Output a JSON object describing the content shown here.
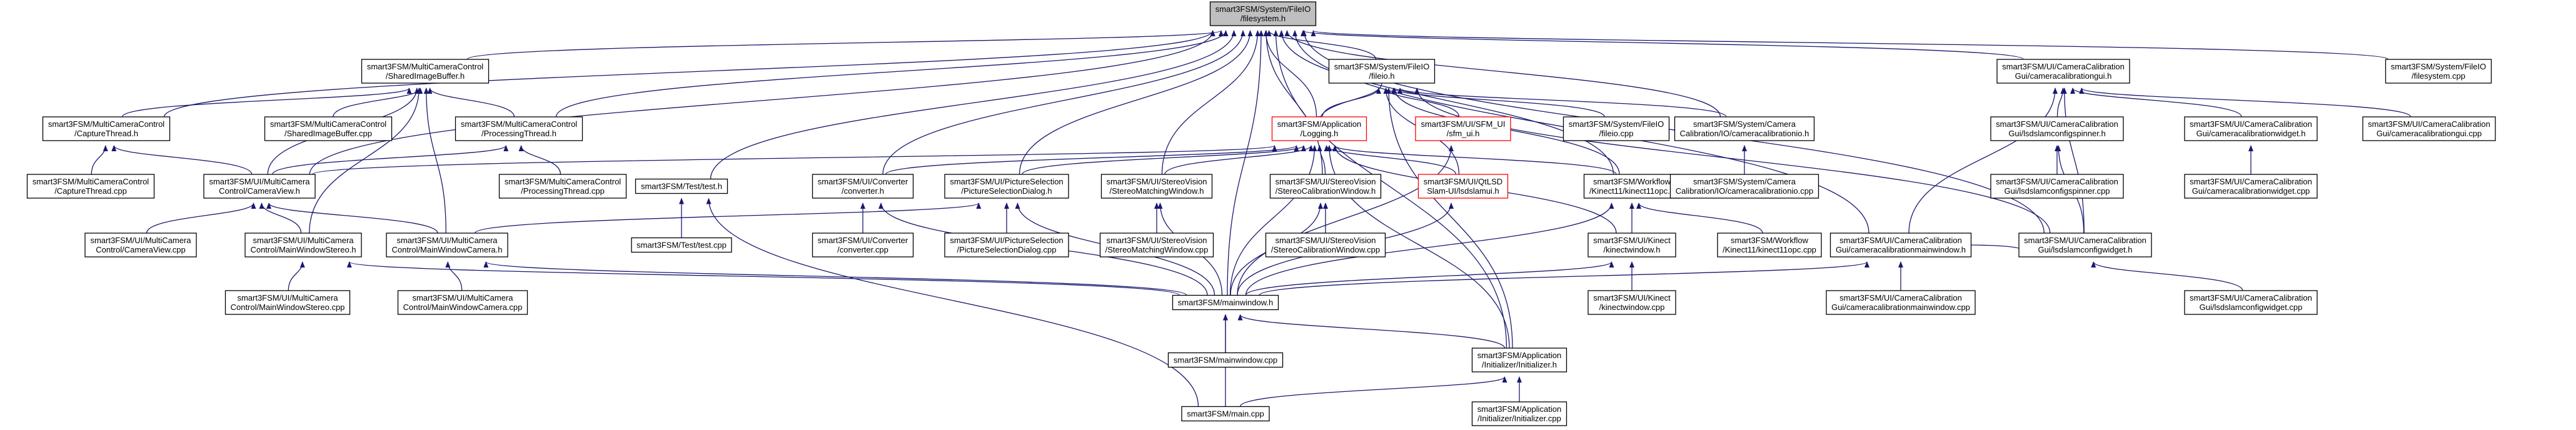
{
  "nodes": [
    {
      "id": "n0",
      "lines": [
        "smart3FSM/System/FileIO",
        "/filesystem.h"
      ],
      "root": true
    },
    {
      "id": "n1",
      "lines": [
        "smart3FSM/MultiCameraControl",
        "/SharedImageBuffer.h"
      ]
    },
    {
      "id": "n2",
      "lines": [
        "smart3FSM/System/FileIO",
        "/fileio.h"
      ]
    },
    {
      "id": "n3",
      "lines": [
        "smart3FSM/UI/CameraCalibration",
        "Gui/cameracalibrationgui.h"
      ]
    },
    {
      "id": "n4",
      "lines": [
        "smart3FSM/System/FileIO",
        "/filesystem.cpp"
      ]
    },
    {
      "id": "n5",
      "lines": [
        "smart3FSM/MultiCameraControl",
        "/CaptureThread.h"
      ]
    },
    {
      "id": "n6",
      "lines": [
        "smart3FSM/MultiCameraControl",
        "/SharedImageBuffer.cpp"
      ]
    },
    {
      "id": "n7",
      "lines": [
        "smart3FSM/MultiCameraControl",
        "/ProcessingThread.h"
      ]
    },
    {
      "id": "n8",
      "lines": [
        "smart3FSM/Application",
        "/Logging.h"
      ],
      "red": true
    },
    {
      "id": "n9",
      "lines": [
        "smart3FSM/UI/SFM_UI",
        "/sfm_ui.h"
      ],
      "red": true
    },
    {
      "id": "n10",
      "lines": [
        "smart3FSM/System/FileIO",
        "/fileio.cpp"
      ]
    },
    {
      "id": "n11",
      "lines": [
        "smart3FSM/System/Camera",
        "Calibration/IO/cameracalibrationio.h"
      ]
    },
    {
      "id": "n12",
      "lines": [
        "smart3FSM/UI/CameraCalibration",
        "Gui/lsdslamconfigspinner.h"
      ]
    },
    {
      "id": "n13",
      "lines": [
        "smart3FSM/UI/CameraCalibration",
        "Gui/cameracalibrationwidget.h"
      ]
    },
    {
      "id": "n14",
      "lines": [
        "smart3FSM/UI/CameraCalibration",
        "Gui/cameracalibrationgui.cpp"
      ]
    },
    {
      "id": "n15",
      "lines": [
        "smart3FSM/MultiCameraControl",
        "/CaptureThread.cpp"
      ]
    },
    {
      "id": "n16",
      "lines": [
        "smart3FSM/UI/MultiCamera",
        "Control/CameraView.h"
      ]
    },
    {
      "id": "n17",
      "lines": [
        "smart3FSM/MultiCameraControl",
        "/ProcessingThread.cpp"
      ]
    },
    {
      "id": "n18",
      "lines": [
        "smart3FSM/Test/test.h"
      ]
    },
    {
      "id": "n19",
      "lines": [
        "smart3FSM/UI/Converter",
        "/converter.h"
      ]
    },
    {
      "id": "n20",
      "lines": [
        "smart3FSM/UI/PictureSelection",
        "/PictureSelectionDialog.h"
      ]
    },
    {
      "id": "n21",
      "lines": [
        "smart3FSM/UI/StereoVision",
        "/StereoMatchingWindow.h"
      ]
    },
    {
      "id": "n22",
      "lines": [
        "smart3FSM/UI/StereoVision",
        "/StereoCalibrationWindow.h"
      ]
    },
    {
      "id": "n23",
      "lines": [
        "smart3FSM/UI/QtLSD",
        "Slam-UI/lsdslamui.h"
      ],
      "red": true
    },
    {
      "id": "n24",
      "lines": [
        "smart3FSM/Workflow",
        "/Kinect11/kinect11opc.h"
      ]
    },
    {
      "id": "n25",
      "lines": [
        "smart3FSM/System/Camera",
        "Calibration/IO/cameracalibrationio.cpp"
      ]
    },
    {
      "id": "n26",
      "lines": [
        "smart3FSM/UI/CameraCalibration",
        "Gui/lsdslamconfigspinner.cpp"
      ]
    },
    {
      "id": "n27",
      "lines": [
        "smart3FSM/UI/CameraCalibration",
        "Gui/lsdslamconfigwidget.h"
      ]
    },
    {
      "id": "n28",
      "lines": [
        "smart3FSM/UI/CameraCalibration",
        "Gui/cameracalibrationwidget.cpp"
      ]
    },
    {
      "id": "n29",
      "lines": [
        "smart3FSM/UI/MultiCamera",
        "Control/CameraView.cpp"
      ]
    },
    {
      "id": "n30",
      "lines": [
        "smart3FSM/UI/MultiCamera",
        "Control/MainWindowStereo.h"
      ]
    },
    {
      "id": "n31",
      "lines": [
        "smart3FSM/UI/MultiCamera",
        "Control/MainWindowCamera.h"
      ]
    },
    {
      "id": "n32",
      "lines": [
        "smart3FSM/Test/test.cpp"
      ]
    },
    {
      "id": "n33",
      "lines": [
        "smart3FSM/UI/Converter",
        "/converter.cpp"
      ]
    },
    {
      "id": "n34",
      "lines": [
        "smart3FSM/UI/PictureSelection",
        "/PictureSelectionDialog.cpp"
      ]
    },
    {
      "id": "n35",
      "lines": [
        "smart3FSM/UI/StereoVision",
        "/StereoMatchingWindow.cpp"
      ]
    },
    {
      "id": "n36",
      "lines": [
        "smart3FSM/UI/StereoVision",
        "/StereoCalibrationWindow.cpp"
      ]
    },
    {
      "id": "n37",
      "lines": [
        "smart3FSM/UI/Kinect",
        "/kinectwindow.h"
      ]
    },
    {
      "id": "n38",
      "lines": [
        "smart3FSM/Workflow",
        "/Kinect11/kinect11opc.cpp"
      ]
    },
    {
      "id": "n39",
      "lines": [
        "smart3FSM/UI/CameraCalibration",
        "Gui/lsdslamconfigwidget.cpp"
      ]
    },
    {
      "id": "n40",
      "lines": [
        "smart3FSM/UI/CameraCalibration",
        "Gui/cameracalibrationmainwindow.h"
      ]
    },
    {
      "id": "n41",
      "lines": [
        "smart3FSM/UI/MultiCamera",
        "Control/MainWindowStereo.cpp"
      ]
    },
    {
      "id": "n42",
      "lines": [
        "smart3FSM/UI/MultiCamera",
        "Control/MainWindowCamera.cpp"
      ]
    },
    {
      "id": "n43",
      "lines": [
        "smart3FSM/mainwindow.h"
      ]
    },
    {
      "id": "n44",
      "lines": [
        "smart3FSM/UI/Kinect",
        "/kinectwindow.cpp"
      ]
    },
    {
      "id": "n45",
      "lines": [
        "smart3FSM/UI/CameraCalibration",
        "Gui/cameracalibrationmainwindow.cpp"
      ]
    },
    {
      "id": "n46",
      "lines": [
        "smart3FSM/mainwindow.cpp"
      ]
    },
    {
      "id": "n47",
      "lines": [
        "smart3FSM/Application",
        "/Initializer/Initializer.h"
      ]
    },
    {
      "id": "n48",
      "lines": [
        "smart3FSM/main.cpp"
      ]
    },
    {
      "id": "n49",
      "lines": [
        "smart3FSM/Application",
        "/Initializer/Initializer.cpp"
      ]
    }
  ],
  "edges": [
    [
      "n0",
      "n1"
    ],
    [
      "n0",
      "n2"
    ],
    [
      "n0",
      "n3"
    ],
    [
      "n0",
      "n4"
    ],
    [
      "n0",
      "n5"
    ],
    [
      "n0",
      "n7"
    ],
    [
      "n0",
      "n8"
    ],
    [
      "n0",
      "n11"
    ],
    [
      "n0",
      "n16"
    ],
    [
      "n0",
      "n18"
    ],
    [
      "n0",
      "n19"
    ],
    [
      "n0",
      "n20"
    ],
    [
      "n0",
      "n21"
    ],
    [
      "n0",
      "n22"
    ],
    [
      "n0",
      "n24"
    ],
    [
      "n0",
      "n27"
    ],
    [
      "n0",
      "n40"
    ],
    [
      "n0",
      "n43"
    ],
    [
      "n0",
      "n47"
    ],
    [
      "n1",
      "n5"
    ],
    [
      "n1",
      "n6"
    ],
    [
      "n1",
      "n7"
    ],
    [
      "n1",
      "n16"
    ],
    [
      "n1",
      "n30"
    ],
    [
      "n1",
      "n31"
    ],
    [
      "n2",
      "n8"
    ],
    [
      "n2",
      "n9"
    ],
    [
      "n2",
      "n10"
    ],
    [
      "n2",
      "n11"
    ],
    [
      "n2",
      "n23"
    ],
    [
      "n2",
      "n24"
    ],
    [
      "n2",
      "n27"
    ],
    [
      "n2",
      "n47"
    ],
    [
      "n3",
      "n12"
    ],
    [
      "n3",
      "n13"
    ],
    [
      "n3",
      "n14"
    ],
    [
      "n3",
      "n27"
    ],
    [
      "n3",
      "n40"
    ],
    [
      "n5",
      "n15"
    ],
    [
      "n5",
      "n16"
    ],
    [
      "n7",
      "n16"
    ],
    [
      "n7",
      "n17"
    ],
    [
      "n8",
      "n2"
    ],
    [
      "n8",
      "n16"
    ],
    [
      "n8",
      "n19"
    ],
    [
      "n8",
      "n20"
    ],
    [
      "n8",
      "n21"
    ],
    [
      "n8",
      "n22"
    ],
    [
      "n8",
      "n23"
    ],
    [
      "n8",
      "n24"
    ],
    [
      "n8",
      "n37"
    ],
    [
      "n8",
      "n43"
    ],
    [
      "n8",
      "n47"
    ],
    [
      "n9",
      "n43"
    ],
    [
      "n11",
      "n25"
    ],
    [
      "n12",
      "n26"
    ],
    [
      "n12",
      "n27"
    ],
    [
      "n13",
      "n28"
    ],
    [
      "n16",
      "n29"
    ],
    [
      "n16",
      "n30"
    ],
    [
      "n16",
      "n31"
    ],
    [
      "n18",
      "n32"
    ],
    [
      "n18",
      "n48"
    ],
    [
      "n19",
      "n33"
    ],
    [
      "n19",
      "n43"
    ],
    [
      "n20",
      "n31"
    ],
    [
      "n20",
      "n34"
    ],
    [
      "n20",
      "n43"
    ],
    [
      "n21",
      "n35"
    ],
    [
      "n21",
      "n43"
    ],
    [
      "n22",
      "n36"
    ],
    [
      "n22",
      "n43"
    ],
    [
      "n23",
      "n43"
    ],
    [
      "n24",
      "n37"
    ],
    [
      "n24",
      "n38"
    ],
    [
      "n24",
      "n43"
    ],
    [
      "n27",
      "n39"
    ],
    [
      "n27",
      "n40"
    ],
    [
      "n30",
      "n41"
    ],
    [
      "n30",
      "n43"
    ],
    [
      "n31",
      "n42"
    ],
    [
      "n31",
      "n43"
    ],
    [
      "n37",
      "n43"
    ],
    [
      "n37",
      "n44"
    ],
    [
      "n40",
      "n43"
    ],
    [
      "n40",
      "n45"
    ],
    [
      "n43",
      "n46"
    ],
    [
      "n43",
      "n47"
    ],
    [
      "n43",
      "n48"
    ],
    [
      "n47",
      "n48"
    ],
    [
      "n47",
      "n49"
    ]
  ]
}
